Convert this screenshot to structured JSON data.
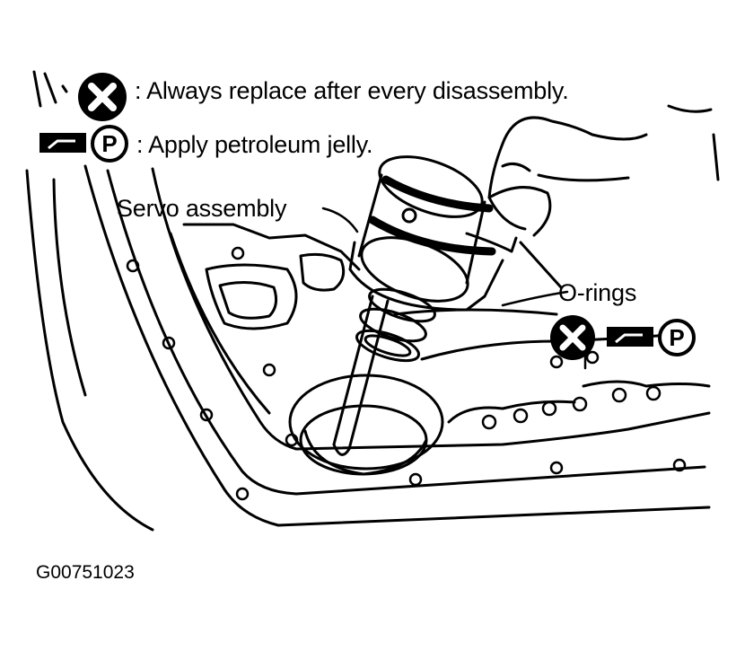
{
  "legend": [
    {
      "icon": "replace-x-icon",
      "text": ": Always replace after every disassembly."
    },
    {
      "icon": "petroleum-jelly-icon",
      "text": ": Apply petroleum jelly."
    }
  ],
  "callouts": {
    "servo": "Servo assembly",
    "orings": "O-rings"
  },
  "figure_id": "G00751023"
}
